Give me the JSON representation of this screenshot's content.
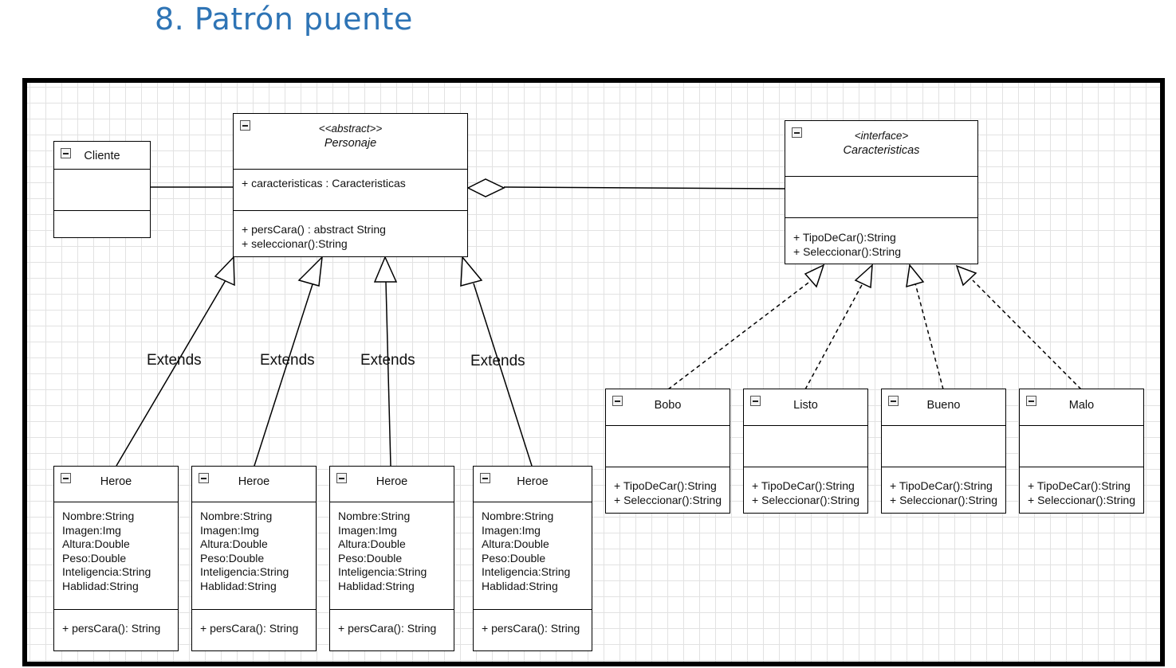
{
  "heading": "8. Patrón puente",
  "classes": {
    "cliente": {
      "name": "Cliente"
    },
    "personaje": {
      "stereotype": "<<abstract>>",
      "name": "Personaje",
      "attributes": [
        "+ caracteristicas : Caracteristicas"
      ],
      "methods": [
        "+ persCara() : abstract String",
        "+ seleccionar():String"
      ]
    },
    "caracteristicas": {
      "stereotype": "<interface>",
      "name": "Caracteristicas",
      "methods": [
        "+ TipoDeCar():String",
        "+ Seleccionar():String"
      ]
    },
    "heroes": [
      {
        "name": "Heroe",
        "attributes": [
          "Nombre:String",
          "Imagen:Img",
          "Altura:Double",
          "Peso:Double",
          "Inteligencia:String",
          "Hablidad:String"
        ],
        "methods": [
          "+ persCara(): String"
        ]
      },
      {
        "name": "Heroe",
        "attributes": [
          "Nombre:String",
          "Imagen:Img",
          "Altura:Double",
          "Peso:Double",
          "Inteligencia:String",
          "Hablidad:String"
        ],
        "methods": [
          "+ persCara(): String"
        ]
      },
      {
        "name": "Heroe",
        "attributes": [
          "Nombre:String",
          "Imagen:Img",
          "Altura:Double",
          "Peso:Double",
          "Inteligencia:String",
          "Hablidad:String"
        ],
        "methods": [
          "+ persCara(): String"
        ]
      },
      {
        "name": "Heroe",
        "attributes": [
          "Nombre:String",
          "Imagen:Img",
          "Altura:Double",
          "Peso:Double",
          "Inteligencia:String",
          "Hablidad:String"
        ],
        "methods": [
          "+ persCara(): String"
        ]
      }
    ],
    "implementors": [
      {
        "name": "Bobo",
        "methods": [
          "+ TipoDeCar():String",
          "+ Seleccionar():String"
        ]
      },
      {
        "name": "Listo",
        "methods": [
          "+ TipoDeCar():String",
          "+ Seleccionar():String"
        ]
      },
      {
        "name": "Bueno",
        "methods": [
          "+ TipoDeCar():String",
          "+ Seleccionar():String"
        ]
      },
      {
        "name": "Malo",
        "methods": [
          "+ TipoDeCar():String",
          "+ Seleccionar():String"
        ]
      }
    ]
  },
  "labels": {
    "extends": [
      "Extends",
      "Extends",
      "Extends",
      "Extends"
    ]
  }
}
